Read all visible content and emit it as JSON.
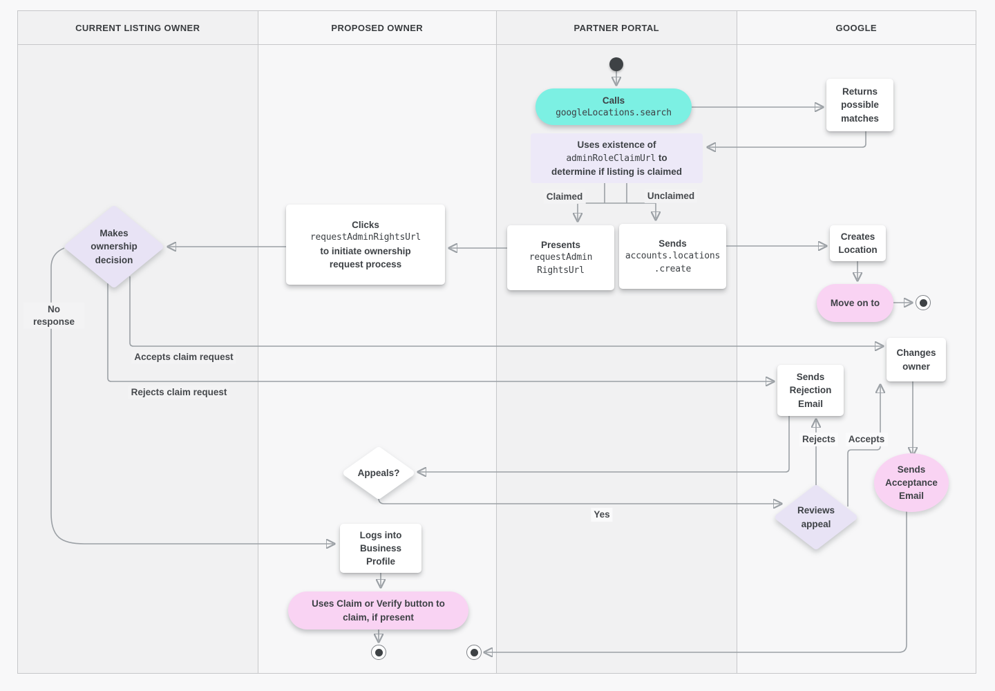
{
  "lanes": [
    {
      "title": "CURRENT LISTING OWNER"
    },
    {
      "title": "PROPOSED OWNER"
    },
    {
      "title": "PARTNER PORTAL"
    },
    {
      "title": "GOOGLE"
    }
  ],
  "nodes": {
    "calls": {
      "title": "Calls",
      "code": "googleLocations.search"
    },
    "returns_matches": {
      "text": "Returns possible matches"
    },
    "uses_existence": {
      "line1": "Uses existence of",
      "code": "adminRoleClaimUrl",
      "line2": "to",
      "line3": "determine if listing is claimed"
    },
    "presents": {
      "title": "Presents",
      "code_line1": "requestAdmin",
      "code_line2": "RightsUrl"
    },
    "sends_create": {
      "title": "Sends",
      "code_line1": "accounts.locations",
      "code_line2": ".create"
    },
    "clicks": {
      "title": "Clicks",
      "code": "requestAdminRightsUrl",
      "rest": "to initiate ownership request process"
    },
    "makes_decision": {
      "text": "Makes ownership decision"
    },
    "creates_location": {
      "text": "Creates Location"
    },
    "move_on": {
      "text": "Move on to"
    },
    "changes_owner": {
      "text": "Changes owner"
    },
    "sends_rejection": {
      "text": "Sends Rejection Email"
    },
    "sends_acceptance": {
      "text": "Sends Acceptance Email"
    },
    "reviews_appeal": {
      "text": "Reviews appeal"
    },
    "appeals": {
      "text": "Appeals?"
    },
    "logs_in": {
      "text": "Logs into Business Profile"
    },
    "claim_verify": {
      "text": "Uses Claim or Verify button to claim, if present"
    }
  },
  "edge_labels": {
    "claimed": "Claimed",
    "unclaimed": "Unclaimed",
    "no_response": "No response",
    "accepts_claim": "Accepts claim request",
    "rejects_claim": "Rejects claim request",
    "rejects": "Rejects",
    "accepts": "Accepts",
    "yes": "Yes"
  },
  "colors": {
    "teal": "#7CF0E3",
    "lavender": "#EDE9F8",
    "diamond_lav": "#E8E3F5",
    "pink": "#F9D3F3",
    "node_white": "#FFFFFF",
    "line_gray": "#9BA0A5",
    "arrow_gray": "#75797E",
    "text_dark": "#3D4145"
  }
}
